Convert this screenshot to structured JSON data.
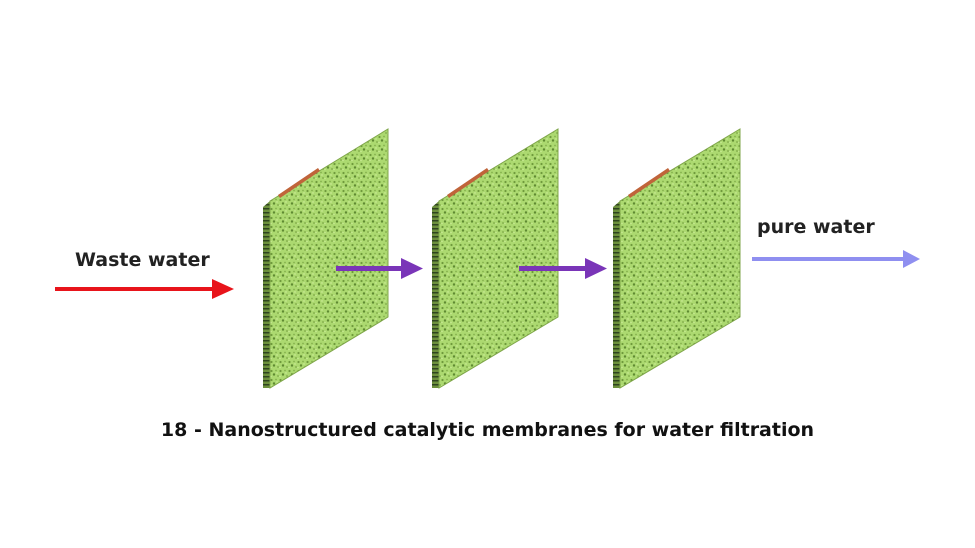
{
  "diagram": {
    "input_label": "Waste water",
    "output_label": "pure water",
    "caption": "18 - Nanostructured catalytic membranes for water filtration",
    "membrane_count": 3,
    "colors": {
      "input_arrow": "#e8141b",
      "between_arrows": "#7a35b8",
      "output_arrow": "#8f8ff0",
      "membrane_face": "#a9d66c",
      "membrane_speckle": "#6f9a3c",
      "membrane_edge": "#4d6b2c",
      "membrane_top_accent": "#c0643a"
    }
  }
}
